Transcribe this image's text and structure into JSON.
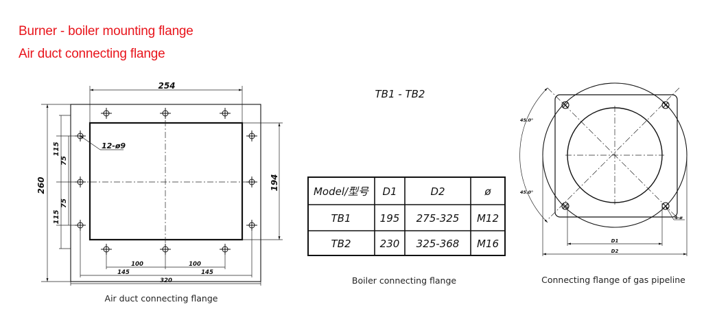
{
  "headings": {
    "line1": "Burner - boiler mounting flange",
    "line2": "Air duct connecting flange"
  },
  "colors": {
    "heading": "#e8141b",
    "drawing": "#111111"
  },
  "left_drawing": {
    "caption": "Air duct connecting flange",
    "dims": {
      "top_width": "254",
      "height_outer": "260",
      "height_right": "194",
      "seg_115_top": "115",
      "seg_75_top": "75",
      "seg_75_bottom": "75",
      "seg_115_bottom": "115",
      "bottom_100_left": "100",
      "bottom_100_right": "100",
      "bottom_145_left": "145",
      "bottom_145_right": "145",
      "bottom_total": "320",
      "hole_label": "12-ø9"
    }
  },
  "middle": {
    "title": "TB1  -  TB2",
    "caption": "Boiler connecting flange",
    "table": {
      "headers": [
        "Model/型号",
        "D1",
        "D2",
        "ø"
      ],
      "rows": [
        [
          "TB1",
          "195",
          "275-325",
          "M12"
        ],
        [
          "TB2",
          "230",
          "325-368",
          "M16"
        ]
      ]
    }
  },
  "right_drawing": {
    "caption": "Connecting flange of gas pipeline",
    "angle_top": "45.0°",
    "angle_bottom": "45.0°",
    "hole_label": "4-ø",
    "d1_label": "D1",
    "d2_label": "D2"
  }
}
